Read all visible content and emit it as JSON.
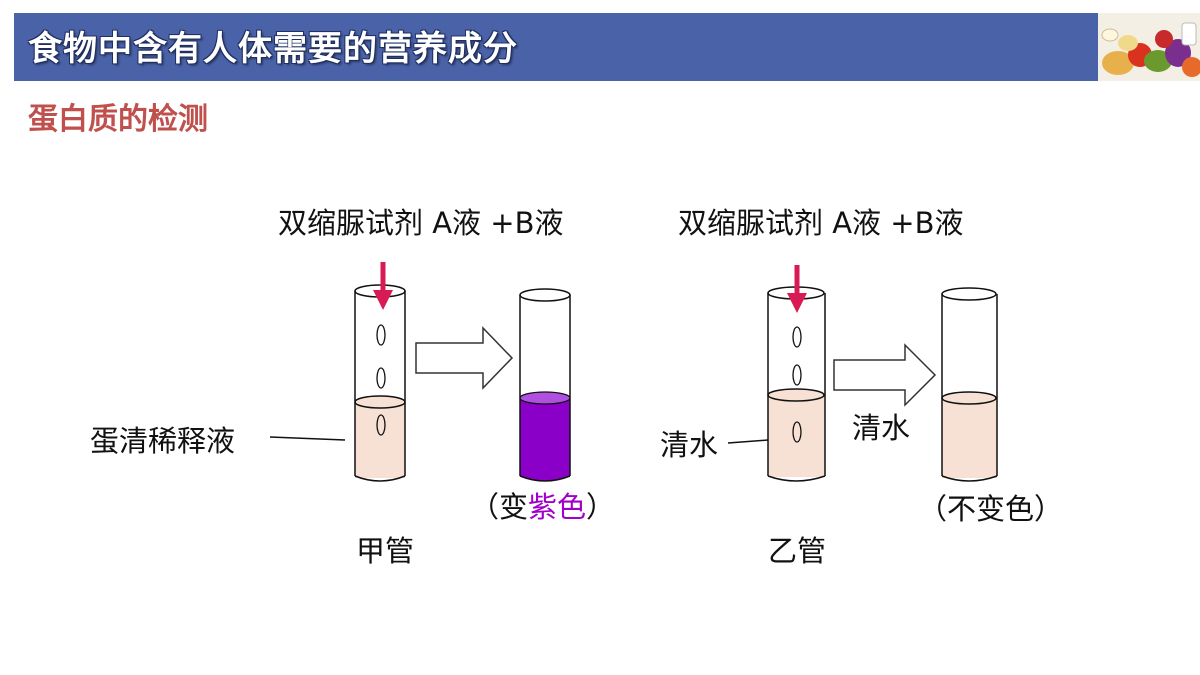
{
  "header": {
    "title": "食物中含有人体需要的营养成分",
    "photo_icon": "food-photo-icon",
    "bar_color": "#4a62a7"
  },
  "subtitle": "蛋白质的检测",
  "colors": {
    "purple": "#8a00c8",
    "solution": "#f7e1d5",
    "dropper": "#d81b55",
    "subtitle": "#c0504d",
    "highlight": "#a000c8"
  },
  "experiment_a": {
    "reagent_label": "双缩脲试剂 A液 +B液",
    "sample_label": "蛋清稀释液",
    "result_open": "（变",
    "result_color_word": "紫色",
    "result_close": "）",
    "tube_name": "甲管"
  },
  "experiment_b": {
    "reagent_label": "双缩脲试剂  A液 +B液",
    "sample_label": "清水",
    "arrow_label": "清水",
    "result": "（不变色）",
    "tube_name": "乙管"
  }
}
